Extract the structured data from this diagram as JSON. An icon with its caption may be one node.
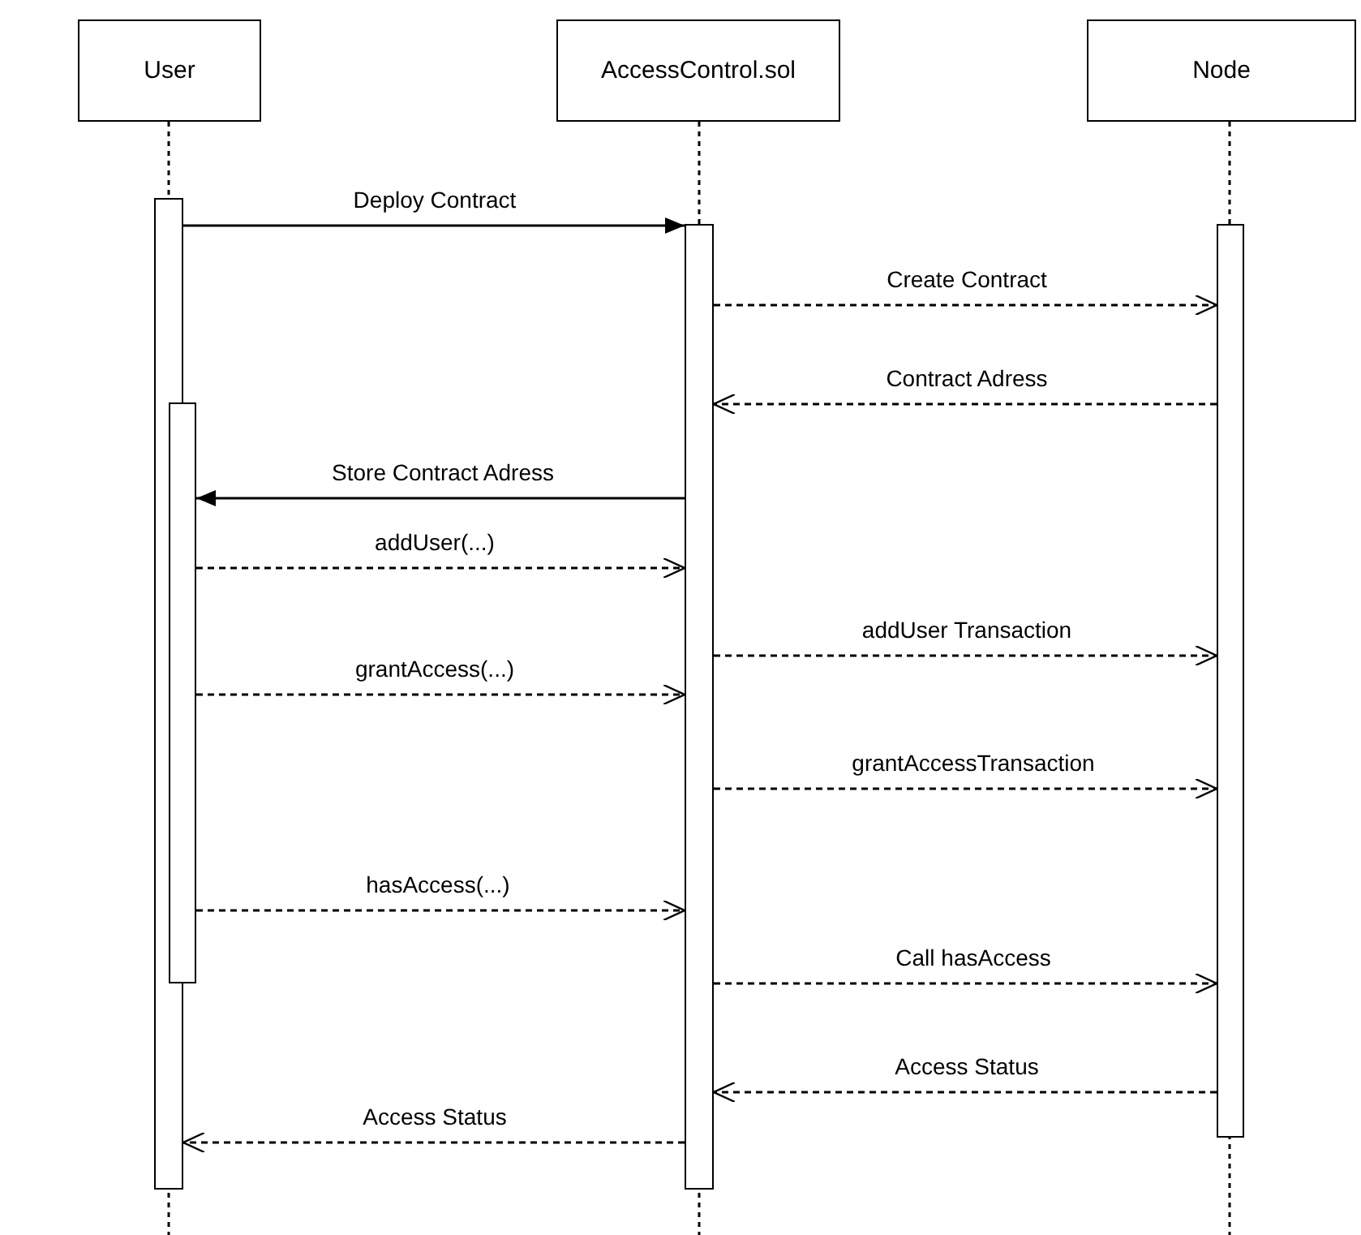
{
  "diagram": {
    "nodes": [
      {
        "text": [
          "User"
        ]
      },
      {
        "text": [
          "AccessControl.sol"
        ]
      },
      {
        "text": [
          "Node"
        ]
      },
      {
        "text": [],
        "shape": "bar"
      },
      {
        "text": [],
        "shape": "bar"
      },
      {
        "text": [],
        "shape": "bar"
      },
      {
        "text": [],
        "shape": "bar"
      }
    ],
    "edges": [
      {
        "from": 3,
        "to": 5,
        "arrow": "to",
        "label": "Deploy Contract"
      },
      {
        "from": 5,
        "to": 6,
        "arrow": "to",
        "label": "Create Contract",
        "style": "dashed"
      },
      {
        "from": 6,
        "to": 5,
        "arrow": "to",
        "label": "Contract Adress",
        "style": "dashed"
      },
      {
        "from": 5,
        "to": 4,
        "arrow": "to",
        "label": "Store Contract Adress"
      },
      {
        "from": 4,
        "to": 5,
        "arrow": "to",
        "label": "addUser(...)",
        "style": "dashed"
      },
      {
        "from": 5,
        "to": 6,
        "arrow": "to",
        "label": "addUser Transaction",
        "style": "dashed"
      },
      {
        "from": 4,
        "to": 5,
        "arrow": "to",
        "label": "grantAccess(...)",
        "style": "dashed"
      },
      {
        "from": 5,
        "to": 6,
        "arrow": "to",
        "label": "grantAccessTransaction",
        "style": "dashed"
      },
      {
        "from": 4,
        "to": 5,
        "arrow": "to",
        "label": "hasAccess(...)",
        "style": "dashed"
      },
      {
        "from": 5,
        "to": 6,
        "arrow": "to",
        "label": "Call hasAccess",
        "style": "dashed"
      },
      {
        "from": 6,
        "to": 5,
        "arrow": "to",
        "label": "Access Status",
        "style": "dashed"
      },
      {
        "from": 5,
        "to": 3,
        "arrow": "to",
        "label": "Access Status",
        "style": "dashed"
      }
    ]
  }
}
